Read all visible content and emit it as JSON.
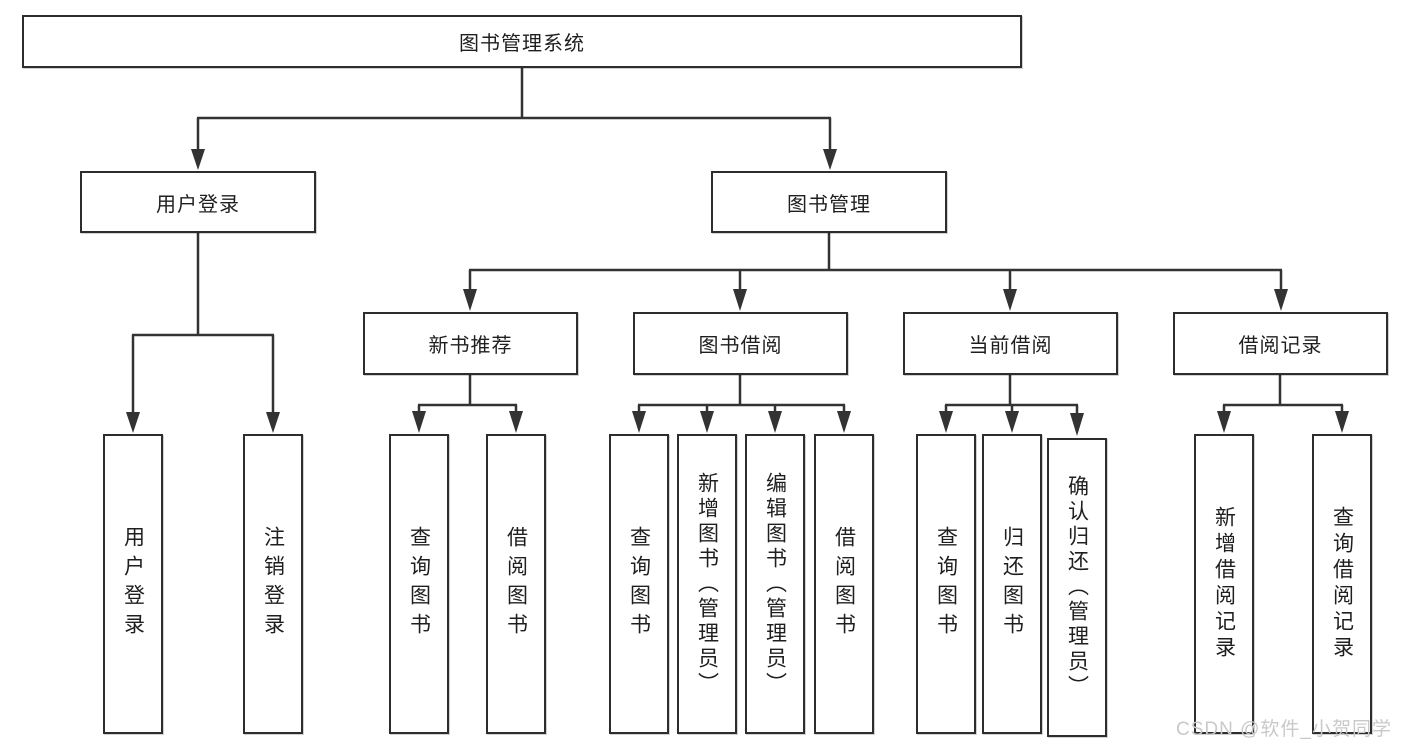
{
  "colors": {
    "background": "#ffffff",
    "line": "#333333",
    "box_border": "#2d2d2d",
    "text": "#1f1f1f",
    "watermark": "#c9c9c9"
  },
  "tree": {
    "root": {
      "label": "图书管理系统"
    },
    "branches": [
      {
        "label": "用户登录",
        "children": [
          {
            "label": "用户登录"
          },
          {
            "label": "注销登录"
          }
        ]
      },
      {
        "label": "图书管理",
        "children": [
          {
            "label": "新书推荐",
            "children": [
              {
                "label": "查询图书"
              },
              {
                "label": "借阅图书"
              }
            ]
          },
          {
            "label": "图书借阅",
            "children": [
              {
                "label": "查询图书"
              },
              {
                "label": "新增图书（管理员）"
              },
              {
                "label": "编辑图书（管理员）"
              },
              {
                "label": "借阅图书"
              }
            ]
          },
          {
            "label": "当前借阅",
            "children": [
              {
                "label": "查询图书"
              },
              {
                "label": "归还图书"
              },
              {
                "label": "确认归还（管理员）"
              }
            ]
          },
          {
            "label": "借阅记录",
            "children": [
              {
                "label": "新增借阅记录"
              },
              {
                "label": "查询借阅记录"
              }
            ]
          }
        ]
      }
    ]
  },
  "watermark": {
    "text": "CSDN @软件_小贺同学"
  }
}
